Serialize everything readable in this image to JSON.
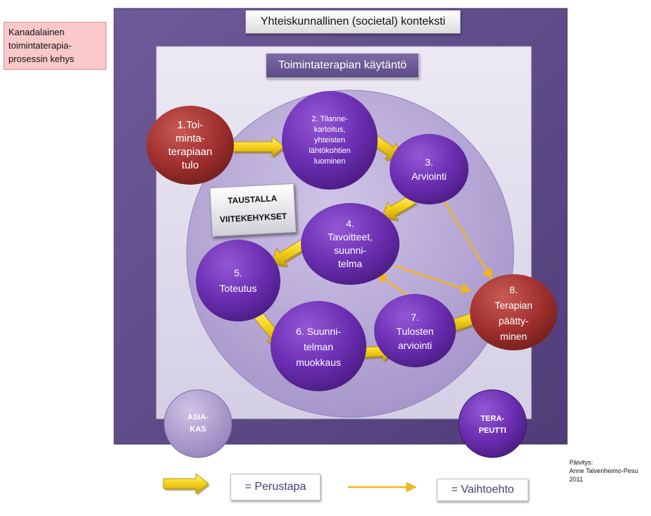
{
  "caption": [
    "Kanadalainen",
    "toimintaterapia-",
    "prosessin kehys"
  ],
  "context_label": "Yhteiskunnallinen (societal) konteksti",
  "practice_label": "Toimintaterapian käytäntö",
  "background_label": [
    "TAUSTALLA",
    "VIITEKEHYKSET"
  ],
  "nodes": [
    {
      "id": "1",
      "lines": [
        "1.Toi-",
        "minta-",
        "terapiaan",
        "tulo"
      ],
      "color": "#a1302e"
    },
    {
      "id": "2",
      "lines": [
        "2. Tilanne-",
        "kartoitus,",
        "yhteisten",
        "lähtökohtien",
        "luominen"
      ],
      "color": "#6a2db0"
    },
    {
      "id": "3",
      "lines": [
        "3.",
        "Arviointi"
      ],
      "color": "#6a2db0"
    },
    {
      "id": "4",
      "lines": [
        "4.",
        "Tavoitteet,",
        "suunni-",
        "telma"
      ],
      "color": "#6a2db0"
    },
    {
      "id": "5",
      "lines": [
        "5.",
        "Toteutus"
      ],
      "color": "#6a2db0"
    },
    {
      "id": "6",
      "lines": [
        "6. Suunni-",
        "telman",
        "muokkaus"
      ],
      "color": "#6a2db0"
    },
    {
      "id": "7",
      "lines": [
        "7.",
        "Tulosten",
        "arviointi"
      ],
      "color": "#6a2db0"
    },
    {
      "id": "8",
      "lines": [
        "8.",
        "Terapian",
        "päätty-",
        "minen"
      ],
      "color": "#a1302e"
    }
  ],
  "corners": {
    "client": [
      "ASIA-",
      "KAS"
    ],
    "therapist": [
      "TERA-",
      "PEUTTI"
    ]
  },
  "legend": {
    "basic": "= Perustapa",
    "alternative": "= Vaihtoehto"
  },
  "credit": [
    "Päivitys:",
    "Anne Talvenheimo-Pesu",
    "2011"
  ],
  "colors": {
    "frame": "#5e4a86",
    "inner_panel": "#dcd8ea",
    "big_circle": "#b6a8d4",
    "step_node": "#6a2db0",
    "end_node": "#a1302e",
    "basic_arrow": "#f5d21a",
    "alternative_arrow": "#f2b51d"
  }
}
